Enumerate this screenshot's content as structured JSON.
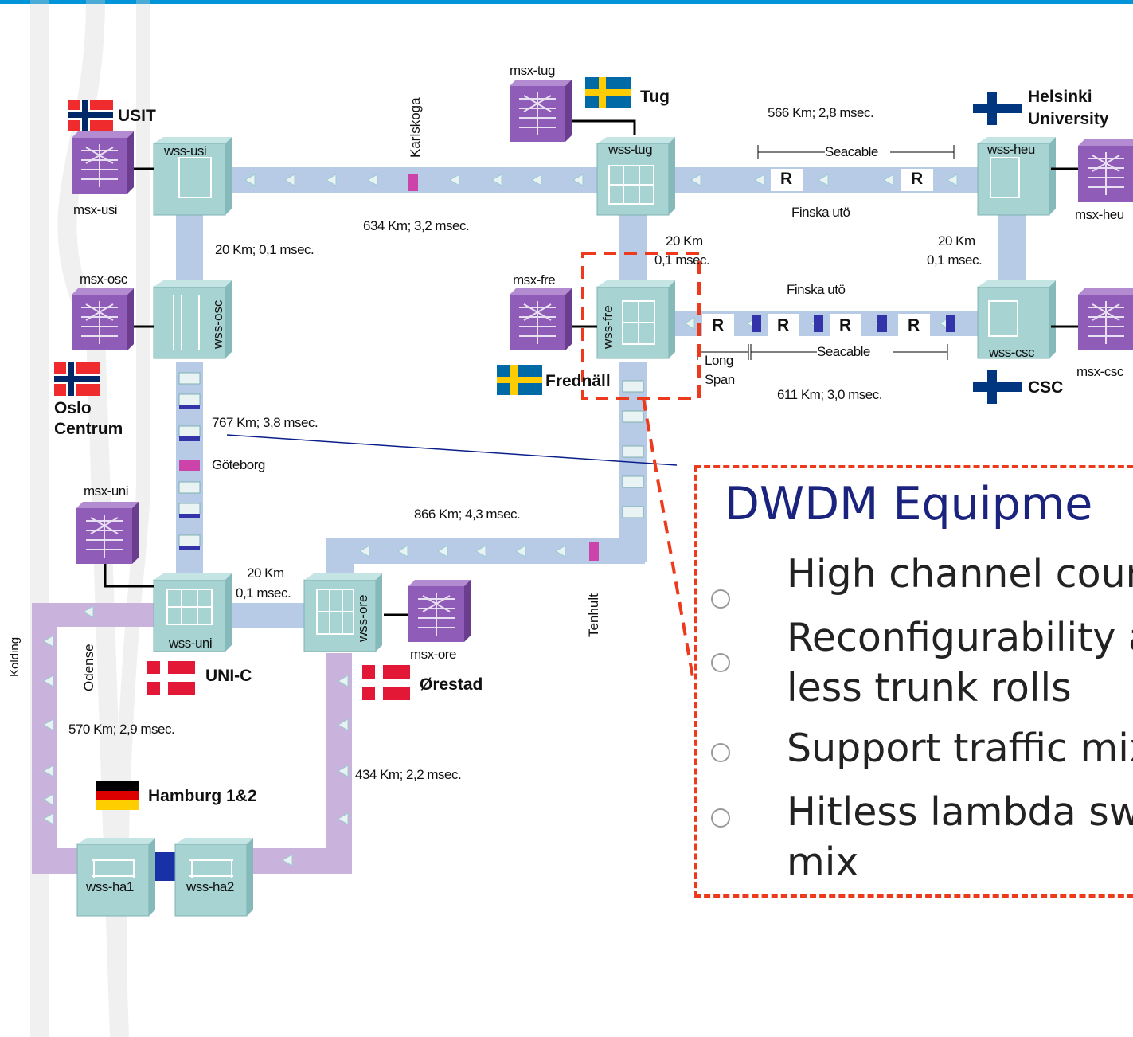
{
  "colors": {
    "trunk": "#b7cbe6",
    "ring": "#c9b3dd",
    "wss": "#a7d3d3",
    "msx": "#8f5db7",
    "accent": "#ee3a1c",
    "title": "#1a237e",
    "topline": "#0094d9"
  },
  "wss": {
    "usi": "wss-usi",
    "tug": "wss-tug",
    "heu": "wss-heu",
    "osc": "wss-osc",
    "fre": "wss-fre",
    "csc": "wss-csc",
    "uni": "wss-uni",
    "ore": "wss-ore",
    "ha1": "wss-ha1",
    "ha2": "wss-ha2"
  },
  "msx": {
    "usi": "msx-usi",
    "tug": "msx-tug",
    "heu": "msx-heu",
    "osc": "msx-osc",
    "fre": "msx-fre",
    "csc": "msx-csc",
    "uni": "msx-uni",
    "ore": "msx-ore"
  },
  "sites": {
    "usit": "USIT",
    "tug": "Tug",
    "helsinki_1": "Helsinki",
    "helsinki_2": "University",
    "oslo_1": "Oslo",
    "oslo_2": "Centrum",
    "frednall": "Frednäll",
    "csc": "CSC",
    "unic": "UNI-C",
    "orestad": "Ørestad",
    "hamburg": "Hamburg 1&2"
  },
  "places": {
    "karlskoga": "Karlskoga",
    "finska_top": "Finska utö",
    "finska_mid": "Finska utö",
    "goteborg": "Göteborg",
    "tenhult": "Tenhult",
    "odense": "Odense",
    "kolding": "Kolding"
  },
  "links": {
    "usi_tug": "634 Km; 3,2 msec.",
    "tug_heu": "566 Km; 2,8 msec.",
    "usi_osc": "20 Km; 0,1 msec.",
    "tug_fre_1": "20 Km",
    "tug_fre_2": "0,1 msec.",
    "heu_csc_1": "20 Km",
    "heu_csc_2": "0,1 msec.",
    "fre_csc": "611 Km; 3,0 msec.",
    "osc_uni": "767 Km; 3,8 msec.",
    "fre_ore": "866 Km; 4,3 msec.",
    "uni_ore_1": "20 Km",
    "uni_ore_2": "0,1 msec.",
    "uni_ha": "570 Km; 2,9 msec.",
    "ore_ha": "434 Km; 2,2 msec."
  },
  "seacable": {
    "top": "Seacable",
    "mid": "Seacable",
    "long1": "Long",
    "long2": "Span"
  },
  "regen": "R",
  "panel": {
    "title": "DWDM Equipme",
    "bullets": [
      "High channel coun",
      "Reconfigurability a",
      "less trunk rolls",
      "Support traffic mix",
      "Hitless lambda swi",
      "mix"
    ]
  },
  "icons": [
    "network-switch-icon",
    "wss-node-icon",
    "flag-norway-icon",
    "flag-sweden-icon",
    "flag-finland-icon",
    "flag-denmark-icon",
    "flag-germany-icon",
    "amplifier-icon"
  ]
}
